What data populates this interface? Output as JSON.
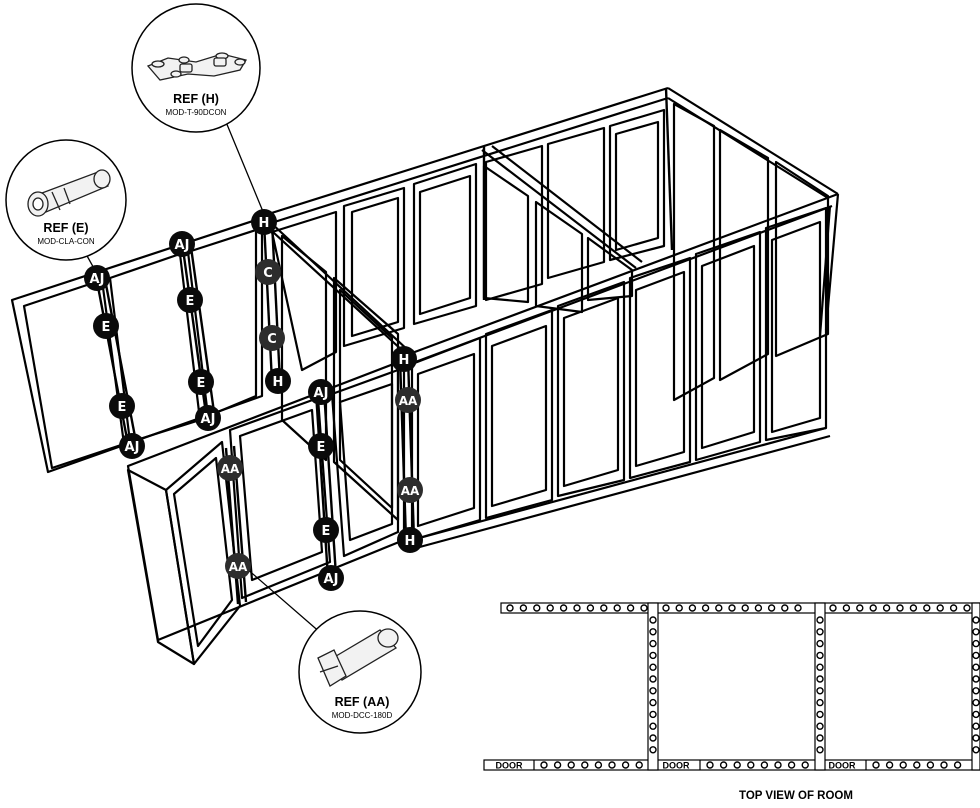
{
  "references": [
    {
      "id": "H",
      "title": "REF (H)",
      "code": "MOD-T-90DCON",
      "icon": "t-connector-plate-icon"
    },
    {
      "id": "E",
      "title": "REF (E)",
      "code": "MOD-CLA-CON",
      "icon": "clamp-connector-icon"
    },
    {
      "id": "AA",
      "title": "REF (AA)",
      "code": "MOD-DCC-180D",
      "icon": "door-clamp-connector-icon"
    }
  ],
  "markers": {
    "AJ": "AJ",
    "E": "E",
    "C": "C",
    "H": "H",
    "AA": "AA"
  },
  "top_view": {
    "caption": "TOP VIEW OF ROOM",
    "door_label": "DOOR"
  },
  "colors": {
    "line": "#000000",
    "marker_dark": "#0a0a0a",
    "marker_mid": "#2d2d2d",
    "background": "#ffffff"
  }
}
